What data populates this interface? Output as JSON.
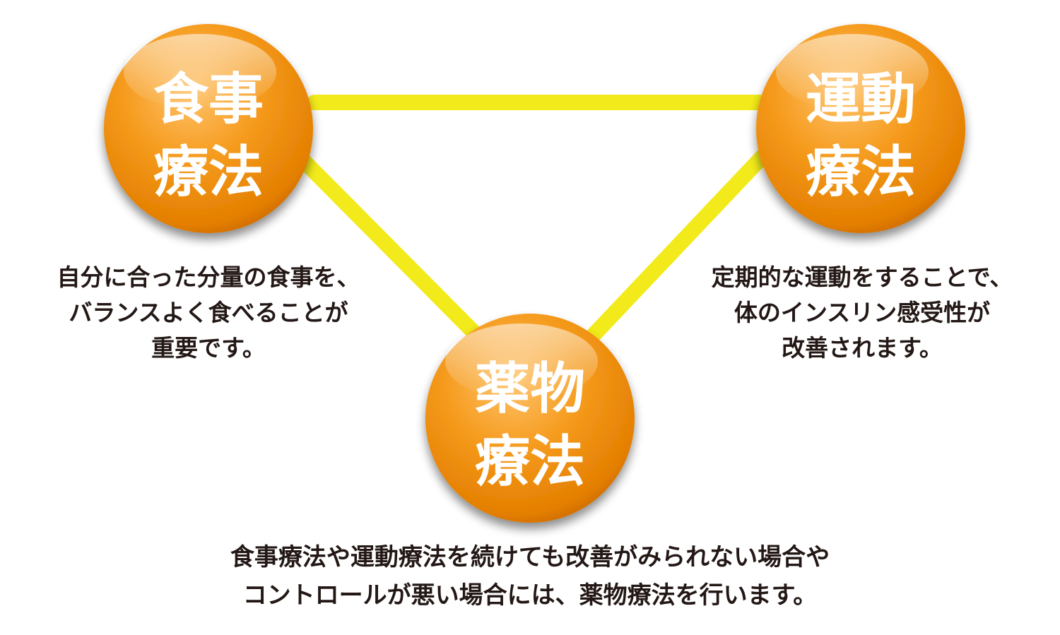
{
  "colors": {
    "connector": "#f2ea1a",
    "node_fill": "#f08a00",
    "node_fill_light": "#ffc36b",
    "node_fill_dark": "#c46300",
    "node_text": "#ffffff",
    "desc_text": "#231815"
  },
  "nodes": {
    "diet": {
      "label": [
        "食事",
        "療法"
      ]
    },
    "exercise": {
      "label": [
        "運動",
        "療法"
      ]
    },
    "drug": {
      "label": [
        "薬物",
        "療法"
      ]
    }
  },
  "descriptions": {
    "diet": [
      "自分に合った分量の食事を、",
      "バランスよく食べることが",
      "重要です。"
    ],
    "exercise": [
      "定期的な運動をすることで、",
      "体のインスリン感受性が",
      "改善されます。"
    ],
    "drug": [
      "食事療法や運動療法を続けても改善がみられない場合や",
      "コントロールが悪い場合には、薬物療法を行います。"
    ]
  }
}
